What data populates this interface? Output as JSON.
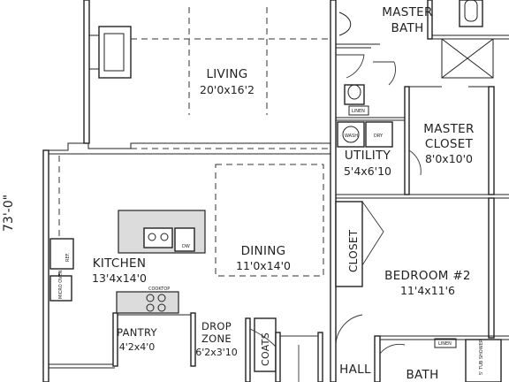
{
  "rooms": {
    "master_bath": {
      "line1": "MASTER",
      "line2": "BATH"
    },
    "living": {
      "name": "LIVING",
      "dim": "20'0x16'2"
    },
    "master_closet": {
      "line1": "MASTER",
      "line2": "CLOSET",
      "dim": "8'0x10'0"
    },
    "utility": {
      "name": "UTILITY",
      "dim": "5'4x6'10"
    },
    "dining": {
      "name": "DINING",
      "dim": "11'0x14'0"
    },
    "kitchen": {
      "name": "KITCHEN",
      "dim": "13'4x14'0"
    },
    "bedroom2": {
      "name": "BEDROOM #2",
      "dim": "11'4x11'6"
    },
    "pantry": {
      "name": "PANTRY",
      "dim": "4'2x4'0"
    },
    "drop_zone": {
      "line1": "DROP",
      "line2": "ZONE",
      "dim": "6'2x3'10"
    },
    "hall": {
      "name": "HALL"
    },
    "bath": {
      "name": "BATH"
    }
  },
  "labels": {
    "closet": "CLOSET",
    "coats": "COATS",
    "overall_dim": "73'-0\"",
    "linen1": "LINEN",
    "linen2": "LINEN",
    "wash": "WASH",
    "dry": "DRY",
    "ref": "REF.",
    "micro_oven": "MICRO OVEN",
    "dw": "DW",
    "cooktop": "COOKTOP",
    "tub_shower": "5' TUB SHOWER"
  }
}
